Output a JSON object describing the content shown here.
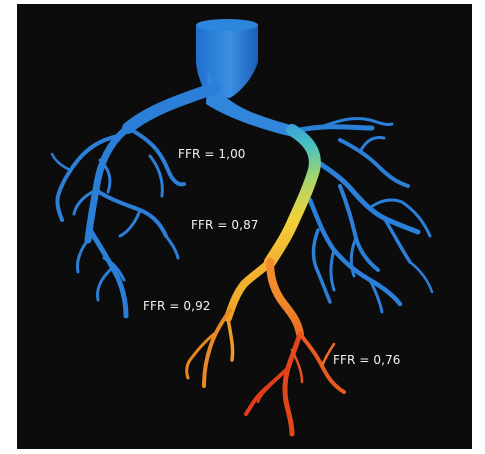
{
  "image": {
    "subject": "coronary-artery-tree-ffr-gradient",
    "background_color": "#0c0c0c",
    "vessel_colors": {
      "proximal": "#2f7fd6",
      "mid": "#34b4c8",
      "transition": "#f2d23a",
      "distal_orange": "#f29a2e",
      "distal_red": "#e0401c"
    }
  },
  "labels": {
    "ffr_1": "FFR = 1,00",
    "ffr_2": "FFR = 0,87",
    "ffr_3": "FFR = 0,92",
    "ffr_4": "FFR = 0,76"
  }
}
